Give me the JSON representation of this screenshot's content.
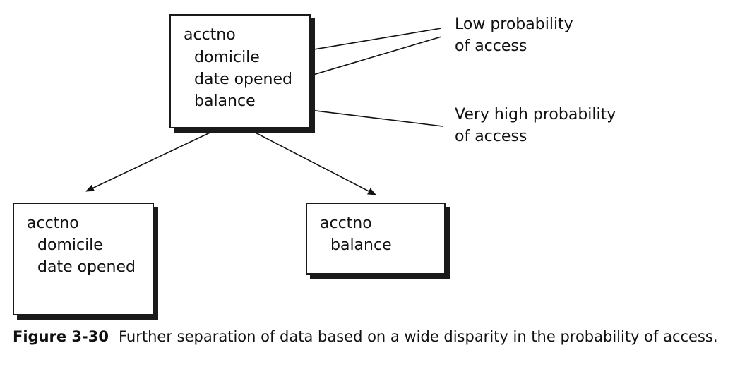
{
  "diagram": {
    "top_record": {
      "key": "acctno",
      "fields": [
        "domicile",
        "date opened",
        "balance"
      ]
    },
    "left_record": {
      "key": "acctno",
      "fields": [
        "domicile",
        "date opened"
      ]
    },
    "right_record": {
      "key": "acctno",
      "fields": [
        "balance"
      ]
    },
    "annotations": {
      "low": [
        "Low probability",
        "of access"
      ],
      "high": [
        "Very high probability",
        "of access"
      ]
    }
  },
  "caption": {
    "label": "Figure 3-30",
    "text": "Further separation of data based on a wide disparity in the probability of access."
  }
}
